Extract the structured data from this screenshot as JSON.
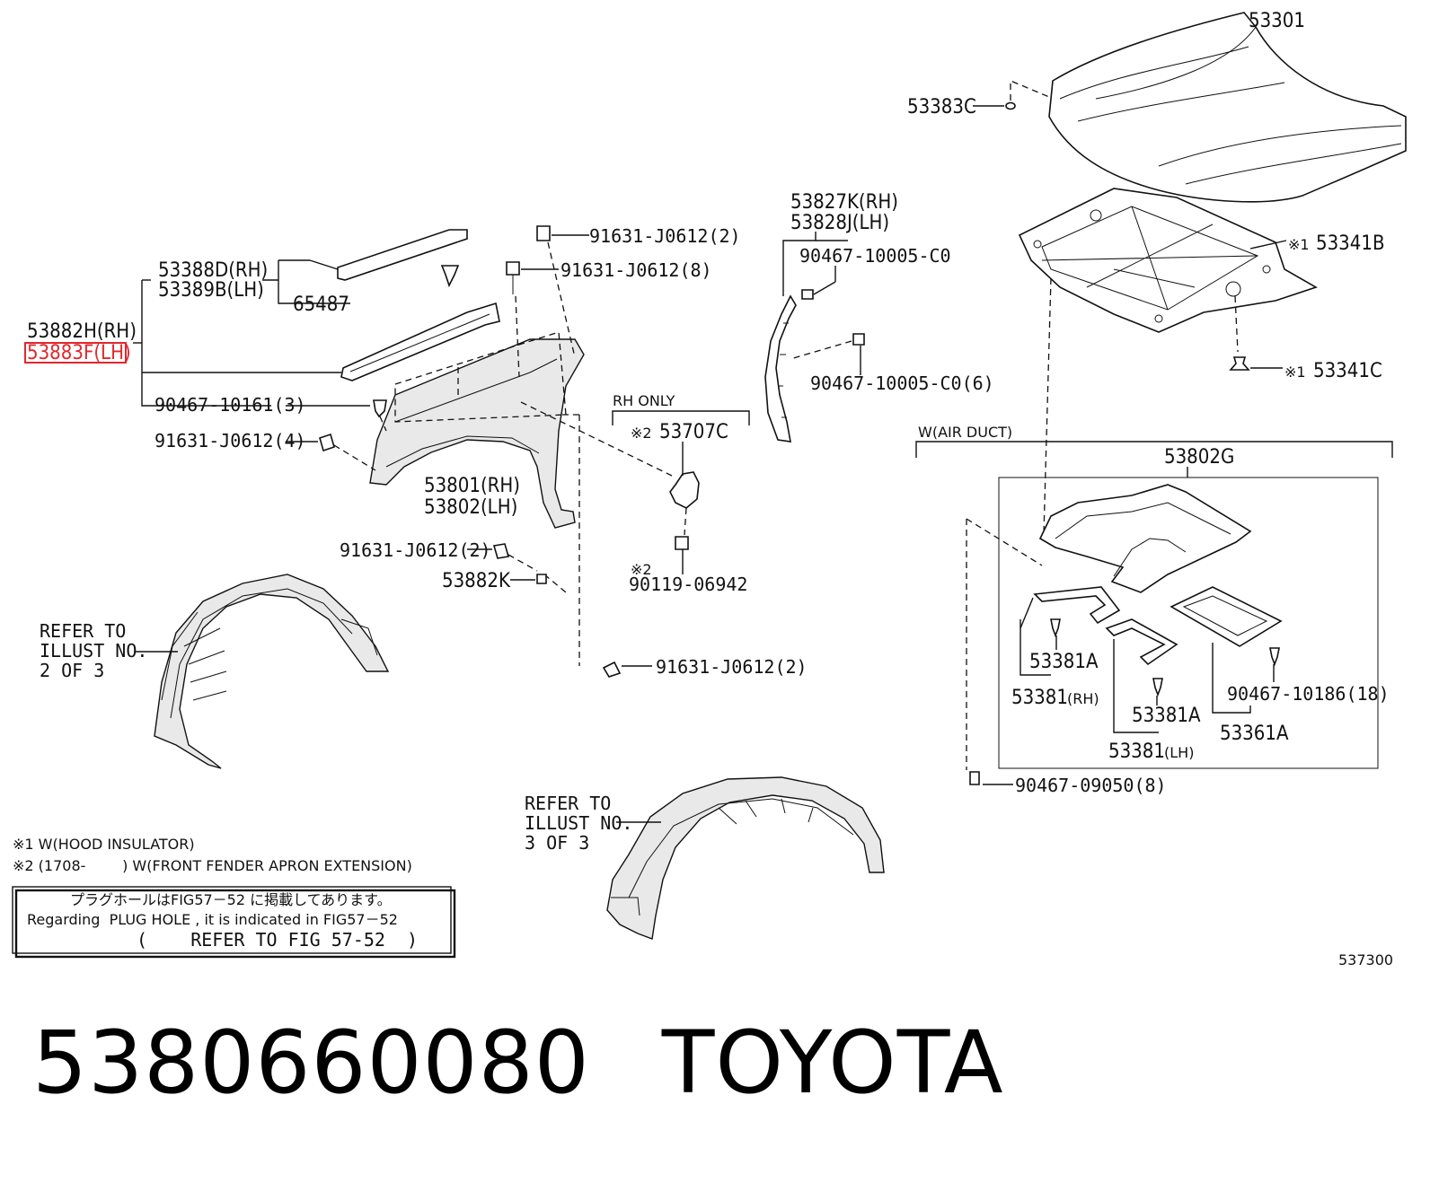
{
  "diagram_code": "537300",
  "footer": {
    "part_number": "5380660080",
    "brand": "TOYOTA"
  },
  "labels": {
    "hood": "53301",
    "hood_cushion": "53383C",
    "hood_insulator": "53341B",
    "insulator_clip": "53341C",
    "insulator_note_1": "※1",
    "insulator_note_2": "※1",
    "seal_rh": "53827K(RH)",
    "seal_lh": "53828J(LH)",
    "clip_a": "90467-10005-C0",
    "clip_b": "90467-10005-C0(6)",
    "bolt_top": "91631-J0612(2)",
    "bolt_second": "91631-J0612(8)",
    "upper_rh": "53388D(RH)",
    "upper_lh": "53389B(LH)",
    "clip_65487": "65487",
    "seal_upper_rh": "53882H(RH)",
    "seal_upper_lh": "53883F(LH)",
    "clip_c": "90467-10161(3)",
    "bolt_left": "91631-J0612(4)",
    "fender_rh": "53801(RH)",
    "fender_lh": "53802(LH)",
    "rh_only": "RH ONLY",
    "ext_mark": "※2",
    "ext_part": "53707C",
    "screw_mark": "※2",
    "screw_part": "90119-06942",
    "bolt_mid": "91631-J0612(2)",
    "bracket": "53882K",
    "bolt_bottom": "91631-J0612(2)",
    "air_duct_group": "W(AIR DUCT)",
    "duct": "53802G",
    "duct_clip_a1": "53381A",
    "duct_seal_rh": "53381",
    "duct_rh_tag": "(RH)",
    "duct_clip_a2": "53381A",
    "duct_seal_lh": "53381",
    "duct_lh_tag": "(LH)",
    "duct_clip_d": "90467-10186(18)",
    "duct_seal_361": "53361A",
    "duct_clip_e": "90467-09050(8)",
    "refer2_l1": "REFER TO",
    "refer2_l2": "ILLUST NO.",
    "refer2_l3": "2 OF 3",
    "refer3_l1": "REFER TO",
    "refer3_l2": "ILLUST NO.",
    "refer3_l3": "3 OF 3"
  },
  "notes": {
    "note1": "※1 W(HOOD INSULATOR)",
    "note2": "※2 (1708-        ) W(FRONT FENDER APRON EXTENSION)"
  },
  "box": {
    "line_jp": "プラグホールはFIG57－52 に掲載してあります。",
    "line_en": "Regarding  PLUG HOLE , it is indicated in FIG57－52",
    "line_ref": "(    REFER TO FIG 57-52  )"
  },
  "highlight": {
    "target": "53883F(LH)",
    "color": "#e0282d"
  }
}
